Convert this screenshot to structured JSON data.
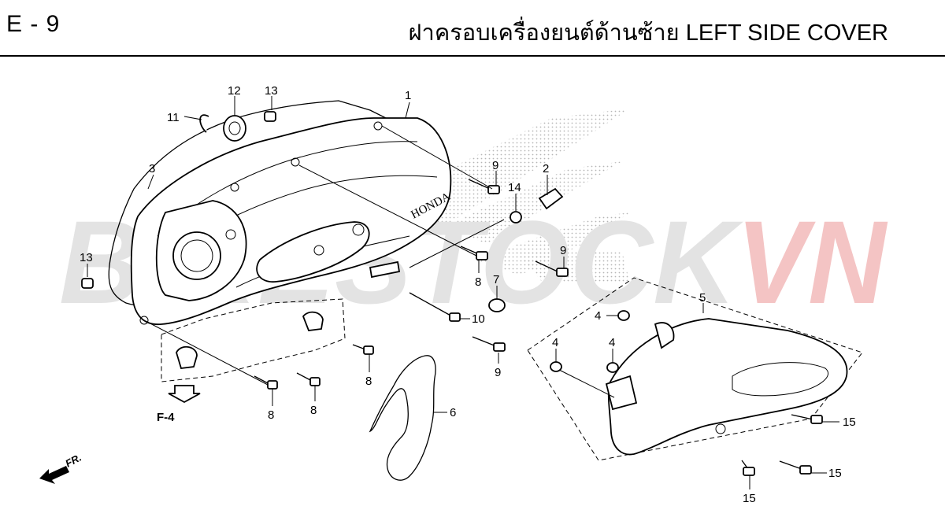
{
  "header": {
    "page_code": "E - 9",
    "title": "ฝาครอบเครื่องยนต์ด้านซ้าย  LEFT SIDE COVER"
  },
  "watermark": {
    "text_gray": "BIKESTOCK",
    "text_red": "VN",
    "gray_color": "#e3e3e3",
    "red_color": "#f4c4c4"
  },
  "diagram": {
    "brand_mark": "HONDA",
    "ref_label": "F-4",
    "direction_label": "FR.",
    "callouts": [
      {
        "id": "c1",
        "label": "1"
      },
      {
        "id": "c2",
        "label": "2"
      },
      {
        "id": "c3",
        "label": "3"
      },
      {
        "id": "c4a",
        "label": "4"
      },
      {
        "id": "c4b",
        "label": "4"
      },
      {
        "id": "c4c",
        "label": "4"
      },
      {
        "id": "c5",
        "label": "5"
      },
      {
        "id": "c6",
        "label": "6"
      },
      {
        "id": "c7",
        "label": "7"
      },
      {
        "id": "c8a",
        "label": "8"
      },
      {
        "id": "c8b",
        "label": "8"
      },
      {
        "id": "c8c",
        "label": "8"
      },
      {
        "id": "c8d",
        "label": "8"
      },
      {
        "id": "c9a",
        "label": "9"
      },
      {
        "id": "c9b",
        "label": "9"
      },
      {
        "id": "c9c",
        "label": "9"
      },
      {
        "id": "c10",
        "label": "10"
      },
      {
        "id": "c11",
        "label": "11"
      },
      {
        "id": "c12",
        "label": "12"
      },
      {
        "id": "c13a",
        "label": "13"
      },
      {
        "id": "c13b",
        "label": "13"
      },
      {
        "id": "c14",
        "label": "14"
      },
      {
        "id": "c15a",
        "label": "15"
      },
      {
        "id": "c15b",
        "label": "15"
      },
      {
        "id": "c15c",
        "label": "15"
      }
    ]
  }
}
